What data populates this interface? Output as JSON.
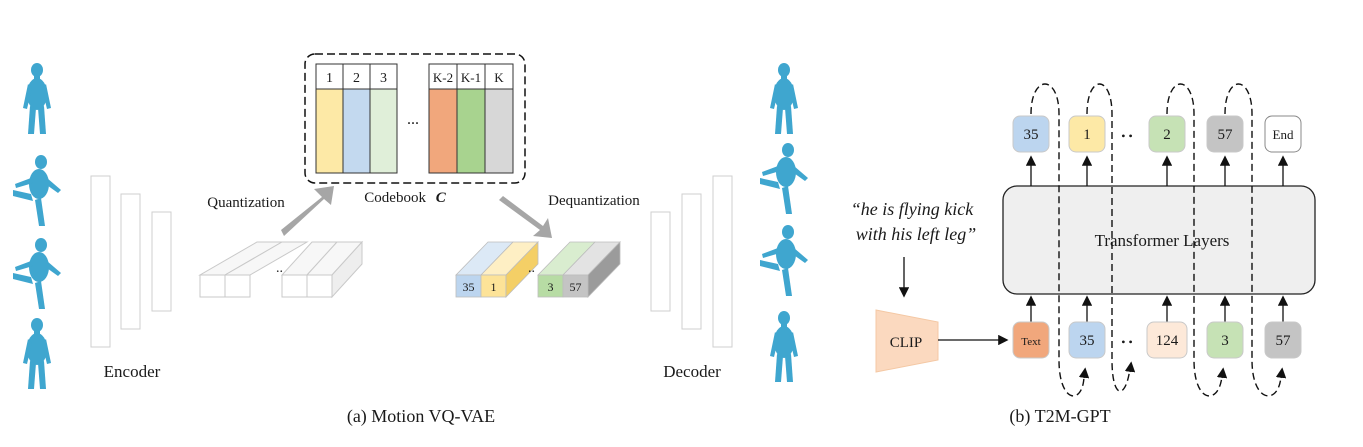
{
  "panel_a": {
    "caption": "(a) Motion VQ-VAE",
    "encoder_label": "Encoder",
    "decoder_label": "Decoder",
    "quantization_label": "Quantization",
    "dequantization_label": "Dequantization",
    "codebook_label": "Codebook",
    "codebook_symbol": "C",
    "codebook_entries": [
      "1",
      "2",
      "3",
      "K-2",
      "K-1",
      "K"
    ],
    "codebook_colors": [
      "#fde9a6",
      "#c3d9ef",
      "#e0efd9",
      "#f1a77c",
      "#a8d38f",
      "#d7d7d7"
    ],
    "codebook_ellipsis": "...",
    "latent_ellipsis": "..",
    "quantized_tokens": [
      "35",
      "1",
      "3",
      "57"
    ],
    "quantized_colors": [
      "#bcd5ef",
      "#fde398",
      "#b7dca4",
      "#c4c4c4"
    ]
  },
  "panel_b": {
    "caption": "(b) T2M-GPT",
    "prompt_line1": "“he is flying kick",
    "prompt_line2": "with his left leg”",
    "clip_label": "CLIP",
    "transformer_label": "Transformer Layers",
    "output_tokens": [
      "35",
      "1",
      "2",
      "57",
      "End"
    ],
    "output_colors": [
      "#bcd5ef",
      "#fde9a6",
      "#c6e2b5",
      "#c4c4c4",
      "#ffffff"
    ],
    "input_tokens": [
      "Text",
      "35",
      "124",
      "3",
      "57"
    ],
    "input_colors": [
      "#f1a77c",
      "#bcd5ef",
      "#fde9d9",
      "#c6e2b5",
      "#c4c4c4"
    ],
    "token_ellipsis": "• •"
  },
  "colors": {
    "human": "#3fa6cf",
    "clip": "#fbd9bf",
    "transformer": "#efefef",
    "arrow_gray": "#a6a6a6"
  }
}
